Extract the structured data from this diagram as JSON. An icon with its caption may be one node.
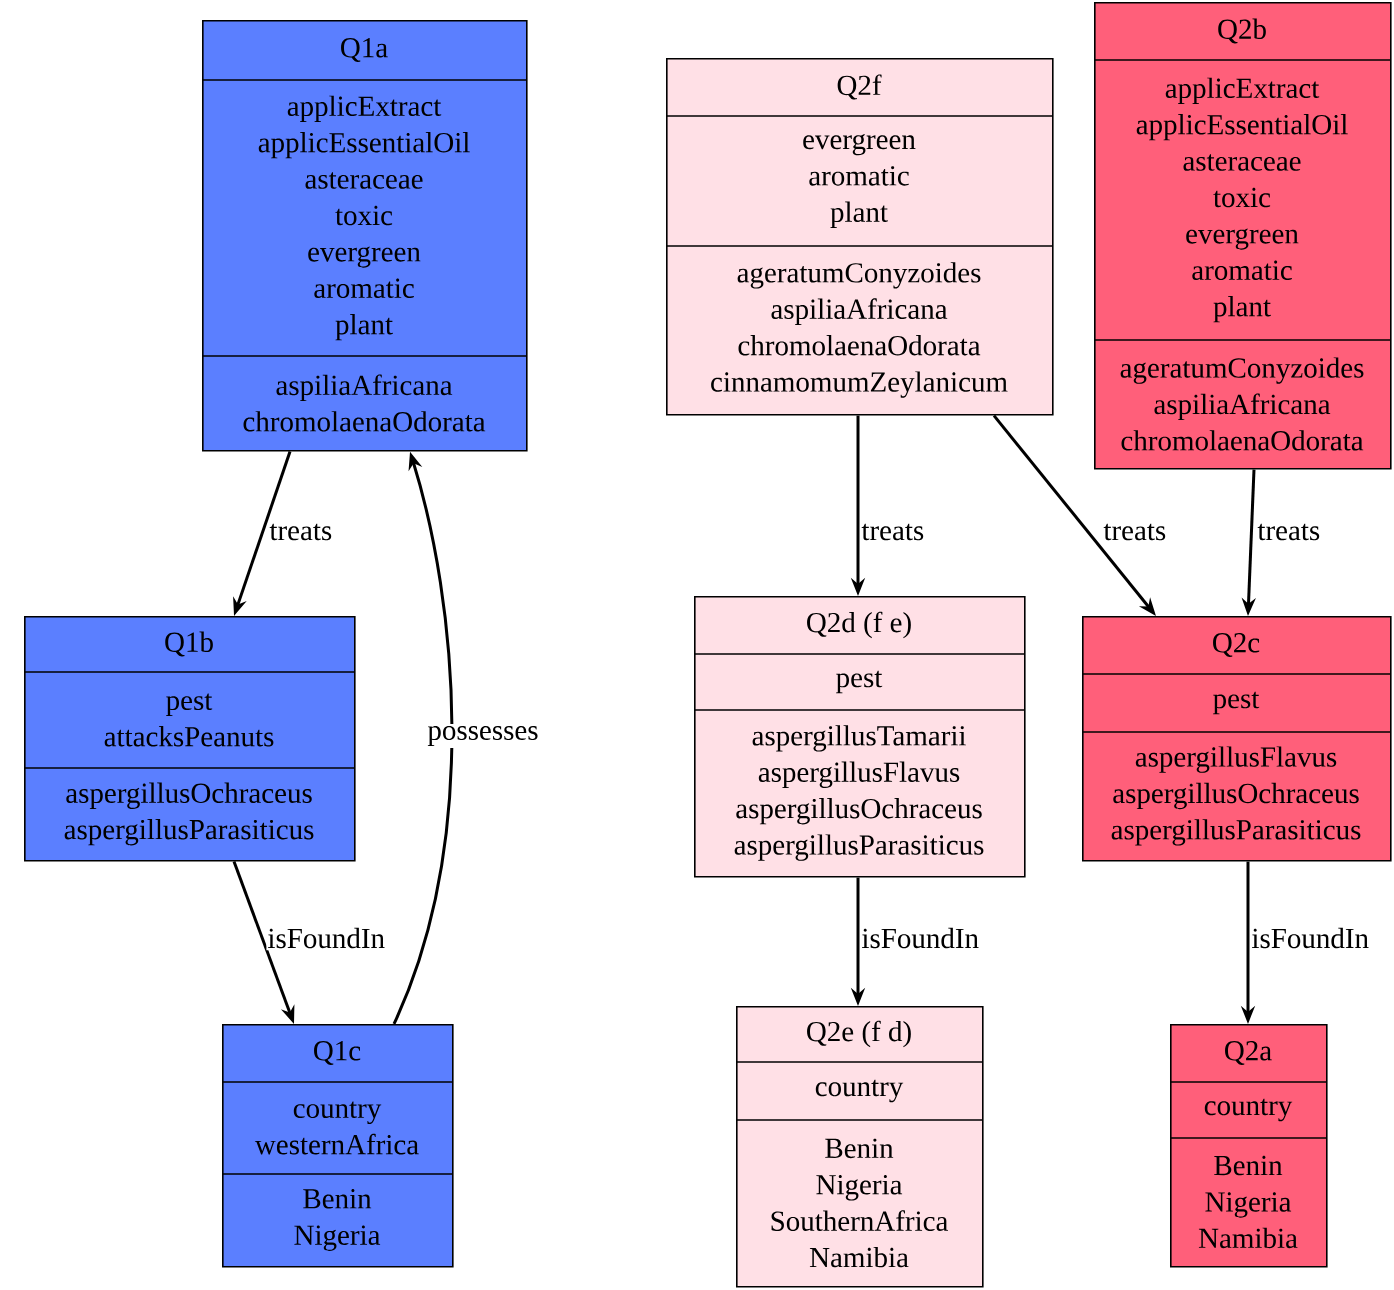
{
  "diagram": {
    "nodes": [
      {
        "text": [
          "Q1a",
          "applicExtract applicEssentialOil asteraceae toxic evergreen aromatic plant",
          "aspiliaAfricana chromolaenaOdorata"
        ]
      },
      {
        "text": [
          "Q2f",
          "evergreen aromatic plant",
          "ageratumConyzoides aspiliaAfricana chromolaenaOdorata cinnamomumZeylanicum"
        ]
      },
      {
        "text": [
          "Q2b",
          "applicExtract applicEssentialOil asteraceae toxic evergreen aromatic plant",
          "ageratumConyzoides aspiliaAfricana chromolaenaOdorata"
        ]
      },
      {
        "text": [
          "Q1b",
          "pest attacksPeanuts",
          "aspergillusOchraceus aspergillusParasiticus"
        ]
      },
      {
        "text": [
          "Q2d (f e)",
          "pest",
          "aspergillusTamarii aspergillusFlavus aspergillusOchraceus aspergillusParasiticus"
        ]
      },
      {
        "text": [
          "Q2c",
          "pest",
          "aspergillusFlavus aspergillusOchraceus aspergillusParasiticus"
        ]
      },
      {
        "text": [
          "Q1c",
          "country westernAfrica",
          "Benin Nigeria"
        ]
      },
      {
        "text": [
          "Q2e (f d)",
          "country",
          "Benin Nigeria SouthernAfrica Namibia"
        ]
      },
      {
        "text": [
          "Q2a",
          "country",
          "Benin Nigeria Namibia"
        ]
      }
    ],
    "edges": [
      {
        "from": 0,
        "to": 3,
        "arrow": "to",
        "label": "treats"
      },
      {
        "from": 6,
        "to": 0,
        "arrow": "to",
        "label": "possesses"
      },
      {
        "from": 3,
        "to": 6,
        "arrow": "to",
        "label": "isFoundIn"
      },
      {
        "from": 1,
        "to": 4,
        "arrow": "to",
        "label": "treats"
      },
      {
        "from": 1,
        "to": 5,
        "arrow": "to",
        "label": "treats"
      },
      {
        "from": 2,
        "to": 5,
        "arrow": "to",
        "label": "treats"
      },
      {
        "from": 4,
        "to": 7,
        "arrow": "to",
        "label": "isFoundIn"
      },
      {
        "from": 5,
        "to": 8,
        "arrow": "to",
        "label": "isFoundIn"
      }
    ]
  }
}
